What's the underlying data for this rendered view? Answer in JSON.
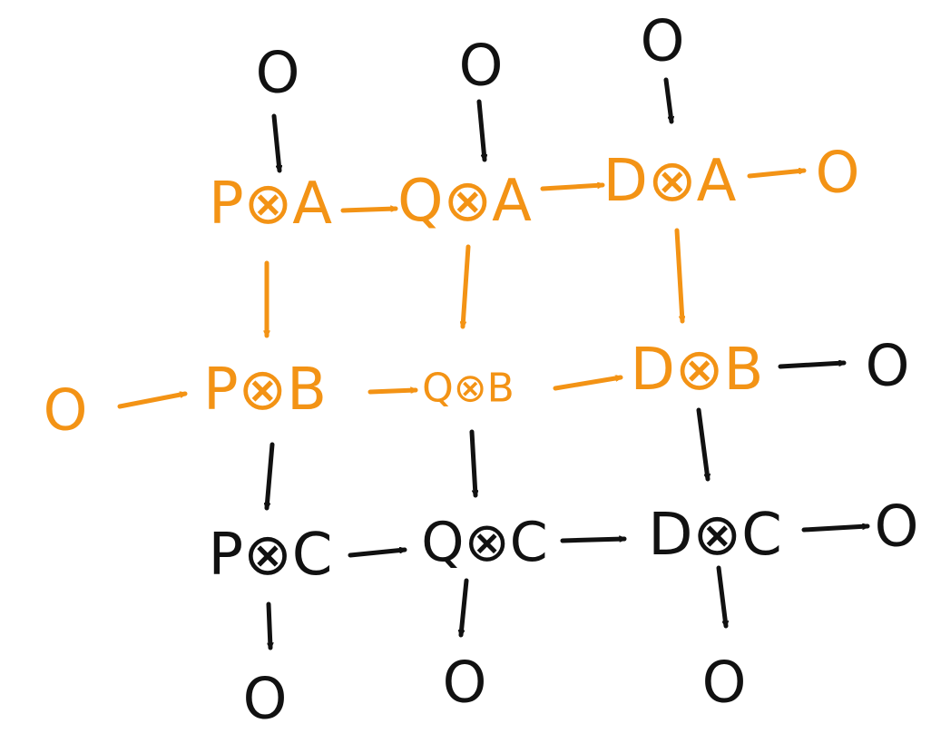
{
  "colors": {
    "highlight": "#f39315",
    "ink": "#111111"
  },
  "nodes": {
    "top_zero_1": "O",
    "top_zero_2": "O",
    "top_zero_3": "O",
    "pa": "P⊗A",
    "qa": "Q⊗A",
    "da": "D⊗A",
    "right_zero_a": "O",
    "left_zero_b": "O",
    "pb": "P⊗B",
    "qb": "Q⊗B",
    "db": "D⊗B",
    "right_zero_b": "O",
    "pc": "P⊗C",
    "qc": "Q⊗C",
    "dc": "D⊗C",
    "right_zero_c": "O",
    "bottom_zero_1": "O",
    "bottom_zero_2": "O",
    "bottom_zero_3": "O"
  }
}
